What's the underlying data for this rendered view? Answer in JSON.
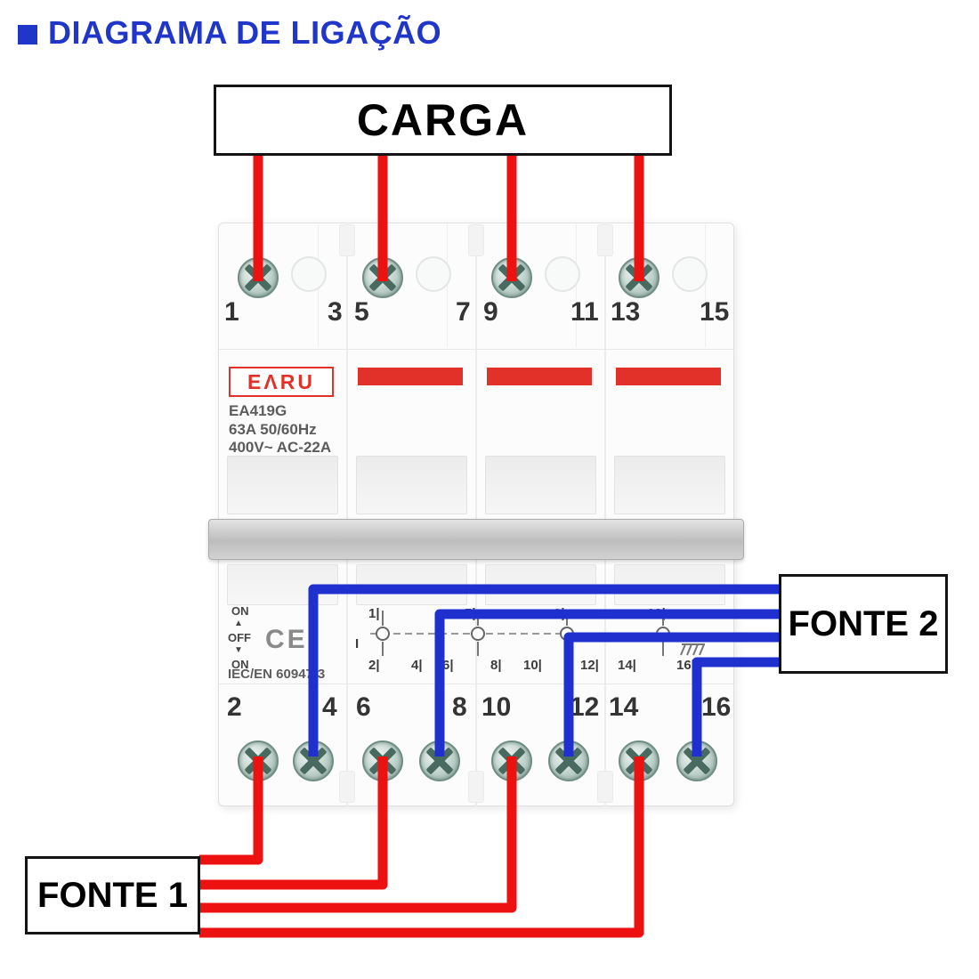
{
  "title": "DIAGRAMA DE LIGAÇÃO",
  "boxes": {
    "carga": "CARGA",
    "fonte1": "FONTE 1",
    "fonte2": "FONTE 2"
  },
  "device": {
    "brand": "EΛRU",
    "model": "EA419G",
    "rating": "63A 50/60Hz",
    "voltage": "400V~ AC-22A",
    "standard": "IEC/EN 60947-3",
    "ce": "CE",
    "markings": {
      "on1": "ON",
      "arrow_up": "▲",
      "off": "OFF",
      "arrow_down": "▼",
      "on2": "ON",
      "pole": "I"
    },
    "top_terminals": [
      "1",
      "3",
      "5",
      "7",
      "9",
      "11",
      "13",
      "15"
    ],
    "bottom_terminals": [
      "2",
      "4",
      "6",
      "8",
      "10",
      "12",
      "14",
      "16"
    ],
    "schematic_top": [
      "1|",
      "5|",
      "9|",
      "13|"
    ],
    "schematic_bottom": [
      "2|",
      "4|",
      "6|",
      "8|",
      "10|",
      "12|",
      "14|",
      "16|"
    ]
  },
  "connections": {
    "carga_to_terminals": [
      "1",
      "5",
      "9",
      "13"
    ],
    "fonte1_to_terminals": [
      "2",
      "6",
      "10",
      "14"
    ],
    "fonte2_to_terminals": [
      "4",
      "8",
      "12",
      "16"
    ]
  },
  "colors": {
    "wire_red": "#ee1111",
    "wire_blue": "#2030cf",
    "brand_red": "#e23128",
    "title_blue": "#2036c9"
  }
}
